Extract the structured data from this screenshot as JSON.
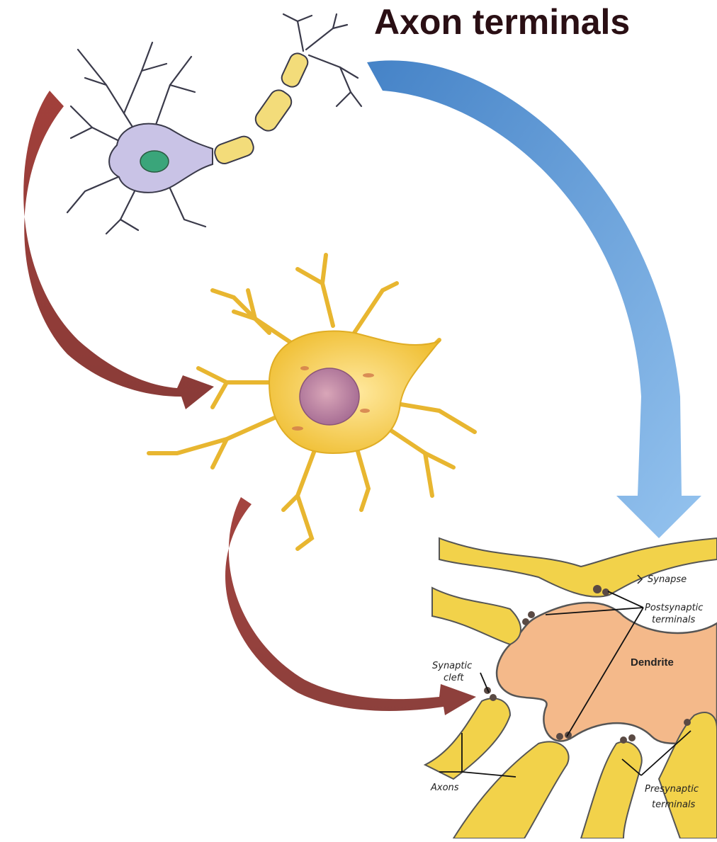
{
  "title": "Axon terminals",
  "labels": {
    "synapse": "Synapse",
    "postsynaptic_1": "Postsynaptic",
    "postsynaptic_2": "terminals",
    "dendrite": "Dendrite",
    "synaptic_cleft_1": "Synaptic",
    "synaptic_cleft_2": "cleft",
    "axons": "Axons",
    "presynaptic_1": "Presynaptic",
    "presynaptic_2": "terminals"
  },
  "colors": {
    "title": "#2a0f14",
    "red_arrow": "#8e2e2a",
    "blue_arrow": "#5a9ad8",
    "neuron_body": "#c9c3e6",
    "myelin": "#f3dc7a",
    "nucleus": "#3aa57a",
    "glia": "#f2c842",
    "dendrite_fill": "#f4b98a"
  }
}
